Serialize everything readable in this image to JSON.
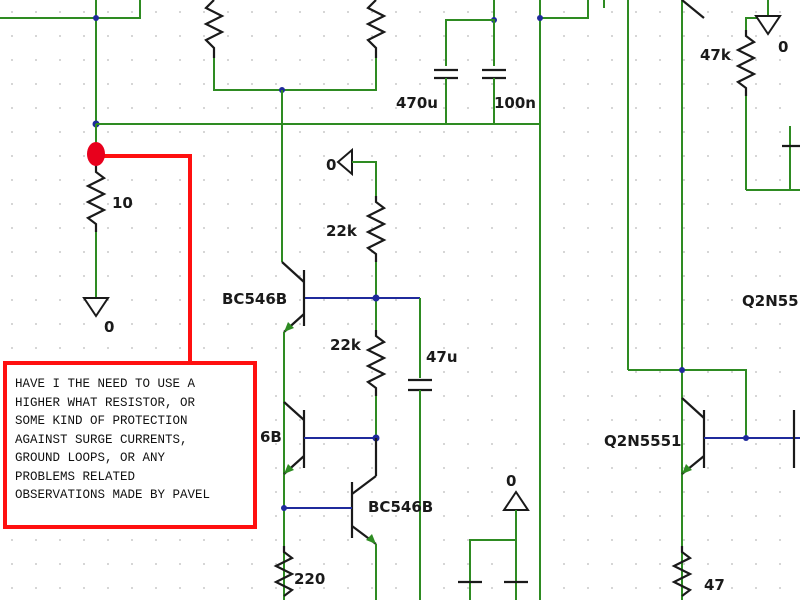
{
  "schematic": {
    "labels": {
      "r_10": "10",
      "gnd_0_left": "0",
      "bc546b_top": "BC546B",
      "bc546b_mid": "6B",
      "bc546b_low": "BC546B",
      "r_22k_top": "22k",
      "r_22k_mid": "22k",
      "src_0": "0",
      "cap_47u": "47u",
      "cap_470u": "470u",
      "cap_100n": "100n",
      "r_47k": "47k",
      "gnd_0_right": "0",
      "q2n5551": "Q2N5551",
      "q2n55_cut": "Q2N55",
      "r_220": "220",
      "r_47": "47",
      "gnd_0_bottom": "0"
    },
    "colors": {
      "wire": "#2e8b22",
      "net": "#1f2a9c",
      "component": "#1a1a1a",
      "highlight": "#ff1010",
      "probe": "#e8001c"
    }
  },
  "annotation": {
    "text": "HAVE I THE NEED TO USE A\nHIGHER WHAT RESISTOR, OR\nSOME KIND OF PROTECTION\nAGAINST SURGE CURRENTS,\nGROUND LOOPS, OR ANY\nPROBLEMS RELATED\nOBSERVATIONS MADE BY PAVEL"
  }
}
